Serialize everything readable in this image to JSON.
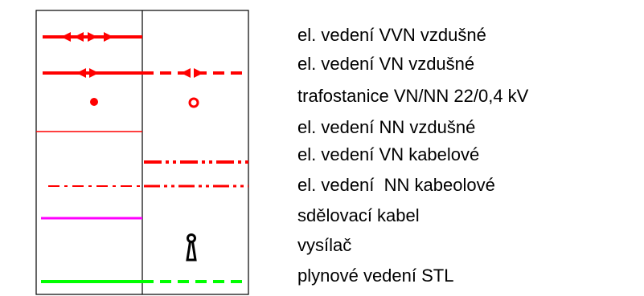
{
  "colors": {
    "red": "#ff0000",
    "magenta": "#ff00ff",
    "green": "#00ff00",
    "black": "#000000",
    "background": "#ffffff"
  },
  "legend": {
    "items": [
      {
        "label": "el. vedení VVN vzdušné",
        "symbol": "vvn-overhead-line"
      },
      {
        "label": "el. vedení VN vzdušné",
        "symbol": "vn-overhead-line"
      },
      {
        "label": "trafostanice VN/NN 22/0,4 kV",
        "symbol": "transformer-station"
      },
      {
        "label": "el. vedení NN vzdušné",
        "symbol": "nn-overhead-line"
      },
      {
        "label": "el. vedení VN kabelové",
        "symbol": "vn-cable-line"
      },
      {
        "label": "el. vedení  NN kabeolové",
        "symbol": "nn-cable-line"
      },
      {
        "label": "sdělovací kabel",
        "symbol": "communication-cable"
      },
      {
        "label": "vysílač",
        "symbol": "transmitter-icon"
      },
      {
        "label": "plynové vedení STL",
        "symbol": "gas-line-stl"
      }
    ]
  }
}
